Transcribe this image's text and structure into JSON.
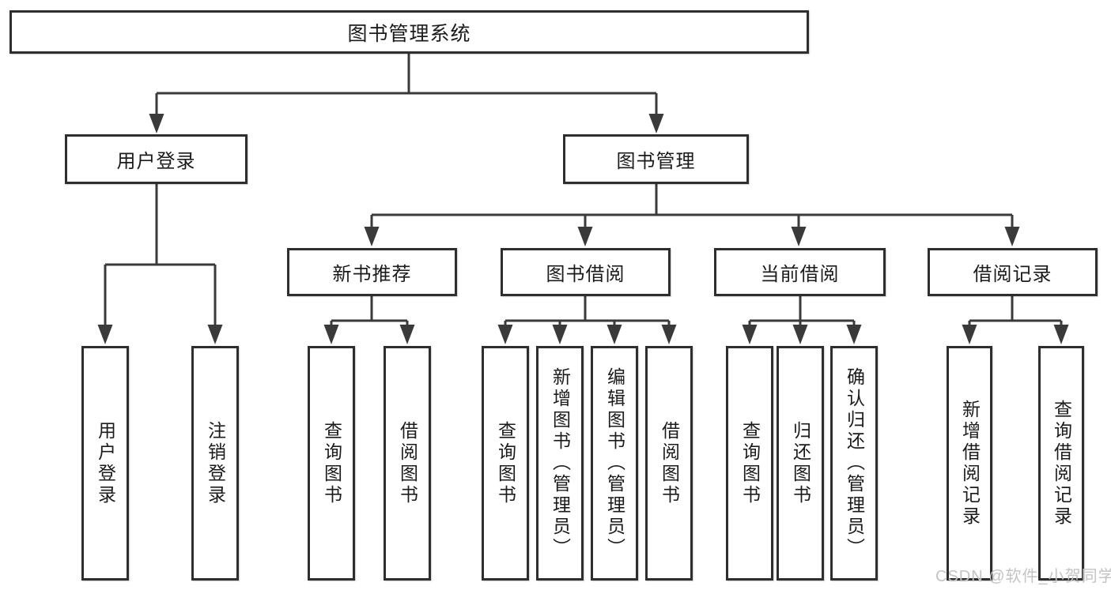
{
  "watermark": {
    "text": "CSDN @软件_小贺同学"
  },
  "colors": {
    "line": "#3a3a3a",
    "box_border": "#2e2e2e",
    "text": "#1b1b1b",
    "watermark": "#c3c3c3",
    "background": "#ffffff"
  },
  "tree": {
    "label": "图书管理系统",
    "children": [
      {
        "label": "用户登录",
        "children": [
          {
            "label": "用户登录"
          },
          {
            "label": "注销登录"
          }
        ]
      },
      {
        "label": "图书管理",
        "children": [
          {
            "label": "新书推荐",
            "children": [
              {
                "label": "查询图书"
              },
              {
                "label": "借阅图书"
              }
            ]
          },
          {
            "label": "图书借阅",
            "children": [
              {
                "label": "查询图书"
              },
              {
                "label": "新增图书（管理员）"
              },
              {
                "label": "编辑图书（管理员）"
              },
              {
                "label": "借阅图书"
              }
            ]
          },
          {
            "label": "当前借阅",
            "children": [
              {
                "label": "查询图书"
              },
              {
                "label": "归还图书"
              },
              {
                "label": "确认归还（管理员）"
              }
            ]
          },
          {
            "label": "借阅记录",
            "children": [
              {
                "label": "新增借阅记录"
              },
              {
                "label": "查询借阅记录"
              }
            ]
          }
        ]
      }
    ]
  }
}
